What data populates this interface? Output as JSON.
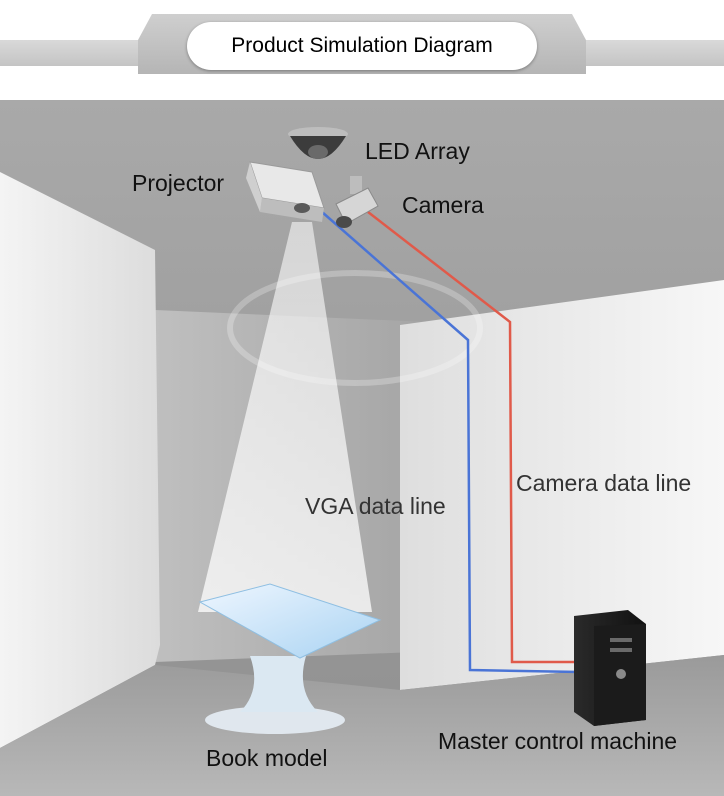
{
  "title": "Product Simulation Diagram",
  "labels": {
    "led_array": "LED Array",
    "projector": "Projector",
    "camera": "Camera",
    "camera_data_line": "Camera data line",
    "vga_data_line": "VGA data line",
    "book_model": "Book model",
    "master_control_machine": "Master control machine"
  },
  "colors": {
    "vga_line": "#4a74d6",
    "camera_line": "#e05a4a"
  }
}
